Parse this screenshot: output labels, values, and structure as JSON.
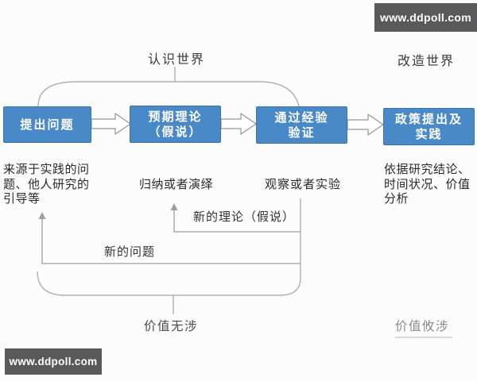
{
  "watermarks": {
    "top": "www.ddpoll.com",
    "bottom": "www.ddpoll.com"
  },
  "region_labels": {
    "cognize_world": "认识世界",
    "transform_world": "改造世界"
  },
  "flow_boxes": [
    {
      "label": "提出问题"
    },
    {
      "label": "预期理论\n（假说）"
    },
    {
      "label": "通过经验\n验证"
    },
    {
      "label": "政策提出及\n实践"
    }
  ],
  "annotations": [
    {
      "text": "来源于实践的问\n题、他人研究的\n引导等"
    },
    {
      "text": "归纳或者演绎"
    },
    {
      "text": "观察或者实验"
    },
    {
      "text": "依据研究结论、\n时间状况、价值\n分析"
    }
  ],
  "feedback_labels": {
    "new_theory": "新的理论（假说）",
    "new_problem": "新的问题"
  },
  "value_labels": {
    "value_free": "价值无涉",
    "value_laden": "价值攸涉"
  },
  "colors": {
    "box_blue": "#4a89c8",
    "watermark_bg": "#59595b",
    "bracket_gray": "#aeb0b2",
    "feedback_gray": "#9aa0a4",
    "arrow_outline": "#8f979b"
  }
}
